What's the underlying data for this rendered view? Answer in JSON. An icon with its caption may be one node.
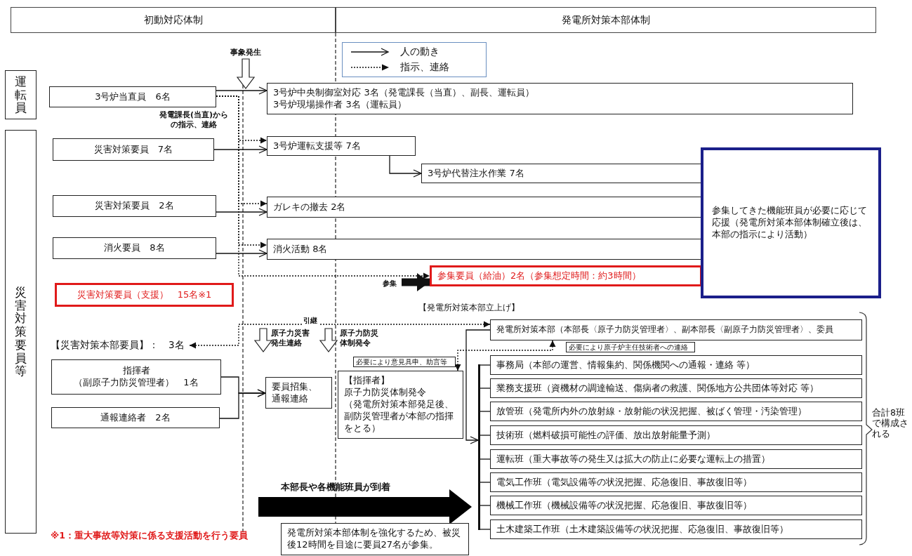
{
  "diagram": {
    "nodes": [
      {
        "text": [
          "初動対応体制"
        ]
      },
      {
        "text": [
          "発電所対策本部体制"
        ]
      },
      {
        "text": [
          "運転員"
        ]
      },
      {
        "text": [
          "3号炉当直員　6名"
        ]
      },
      {
        "text": [
          "3号炉中央制御室対応 3名（発電課長（当直）、副長、運転員）",
          "3号炉現場操作者 3名（運転員）"
        ]
      },
      {
        "text": [
          "災害対策要員　7名"
        ]
      },
      {
        "text": [
          "3号炉運転支援等 7名"
        ]
      },
      {
        "text": [
          "3号炉代替注水作業 7名"
        ]
      },
      {
        "text": [
          "参集してきた機能班員が必要に応じて応援（発電所対策本部体制確立後は、本部の指示により活動）"
        ]
      },
      {
        "text": [
          "災害対策要員　2名"
        ]
      },
      {
        "text": [
          "ガレキの撤去 2名"
        ]
      },
      {
        "text": [
          "消火要員　8名"
        ]
      },
      {
        "text": [
          "消火活動 8名"
        ]
      },
      {
        "text": [
          "参集要員（給油）2名（参集想定時間：約3時間）"
        ]
      },
      {
        "text": [
          "災害対策要員等"
        ]
      },
      {
        "text": [
          "災害対策要員（支援）　15名※1"
        ]
      },
      {
        "text": [
          "発電所対策本部（本部長〈原子力防災管理者〉、副本部長〈副原子力防災管理者〉、委員"
        ]
      },
      {
        "text": [
          "【災害対策本部要員】：　3名"
        ]
      },
      {
        "text": [
          "必要により原子炉主任技術者への連絡"
        ]
      },
      {
        "text": [
          "必要により意見具申、助言等"
        ]
      },
      {
        "text": [
          "指揮者",
          "（副原子力防災管理者）　1名"
        ]
      },
      {
        "text": [
          "要員招集、通報連絡"
        ]
      },
      {
        "text": [
          "【指揮者】",
          "原子力防災体制発令",
          "（発電所対策本部発足後、副防災管理者が本部の指揮をとる）"
        ]
      },
      {
        "text": [
          "通報連絡者　2名"
        ]
      },
      {
        "text": [
          "事務局（本部の運営、情報集約、関係機関への通報・連絡 等）"
        ]
      },
      {
        "text": [
          "業務支援班（資機材の調達輸送、傷病者の救護、関係地方公共団体等対応 等）"
        ]
      },
      {
        "text": [
          "放管班（発電所内外の放射線・放射能の状況把握、被ばく管理・汚染管理）"
        ]
      },
      {
        "text": [
          "技術班（燃料破損可能性の評価、放出放射能量予測）"
        ]
      },
      {
        "text": [
          "運転班（重大事故等の発生又は拡大の防止に必要な運転上の措置）"
        ]
      },
      {
        "text": [
          "電気工作班（電気設備等の状況把握、応急復旧、事故復旧等）"
        ]
      },
      {
        "text": [
          "機械工作班（機械設備等の状況把握、応急復旧、事故復旧等）"
        ]
      },
      {
        "text": [
          "土木建築工作班（土木建築設備等の状況把握、応急復旧、事故復旧等）"
        ]
      },
      {
        "text": [
          "発電所対策本部体制を強化するため、被災後12時間を目途に要員27名が参集。"
        ]
      },
      {
        "text": [],
        "shape": "bar"
      },
      {
        "text": [
          "事象発生"
        ]
      }
    ],
    "edges": [
      {
        "from": 3,
        "to": 4,
        "arrow": "to"
      },
      {
        "from": 3,
        "to": 6,
        "arrow": "to",
        "style": "dashed"
      },
      {
        "from": 3,
        "to": 10,
        "arrow": "to",
        "style": "dashed"
      },
      {
        "from": 3,
        "to": 12,
        "arrow": "to",
        "style": "dashed"
      },
      {
        "from": 3,
        "to": 13,
        "arrow": "to",
        "style": "dashed"
      },
      {
        "from": 5,
        "to": 6,
        "arrow": "to"
      },
      {
        "from": 6,
        "to": 7,
        "arrow": "to"
      },
      {
        "from": 9,
        "to": 10,
        "arrow": "to"
      },
      {
        "from": 11,
        "to": 12,
        "arrow": "to"
      },
      {
        "from": null,
        "to": 13,
        "arrow": "to",
        "style": "thick",
        "label": "参集"
      },
      {
        "from": 17,
        "to": 16,
        "arrow": "both",
        "style": "dashed",
        "label": "引継"
      },
      {
        "from": 22,
        "to": 16,
        "arrow": "both",
        "style": "dashed"
      },
      {
        "from": 20,
        "to": 21,
        "arrow": "to"
      },
      {
        "from": 23,
        "to": 21,
        "arrow": "to"
      },
      {
        "from": 16,
        "to": 33,
        "arrow": "to"
      },
      {
        "from": 33,
        "to": 24,
        "arrow": "none"
      },
      {
        "from": 33,
        "to": 25,
        "arrow": "none"
      },
      {
        "from": 33,
        "to": 26,
        "arrow": "none"
      },
      {
        "from": 33,
        "to": 27,
        "arrow": "none"
      },
      {
        "from": 33,
        "to": 28,
        "arrow": "none"
      },
      {
        "from": 33,
        "to": 29,
        "arrow": "none"
      },
      {
        "from": 33,
        "to": 30,
        "arrow": "none"
      },
      {
        "from": 33,
        "to": 31,
        "arrow": "none"
      },
      {
        "from": 34,
        "to": null,
        "arrow": "to",
        "style": "thick"
      }
    ],
    "labels": [
      "発電課長(当直)からの指示、連絡",
      "【発電所対策本部立上げ】",
      "原子力災害発生連絡",
      "原子力防災体制発令",
      "本部長や各機能班員が到着",
      "合計8班で構成される",
      "※1：重大事故等対策に係る支援活動を行う要員"
    ],
    "legend": [
      {
        "text": "人の動き"
      },
      {
        "text": "指示、連絡"
      }
    ]
  }
}
